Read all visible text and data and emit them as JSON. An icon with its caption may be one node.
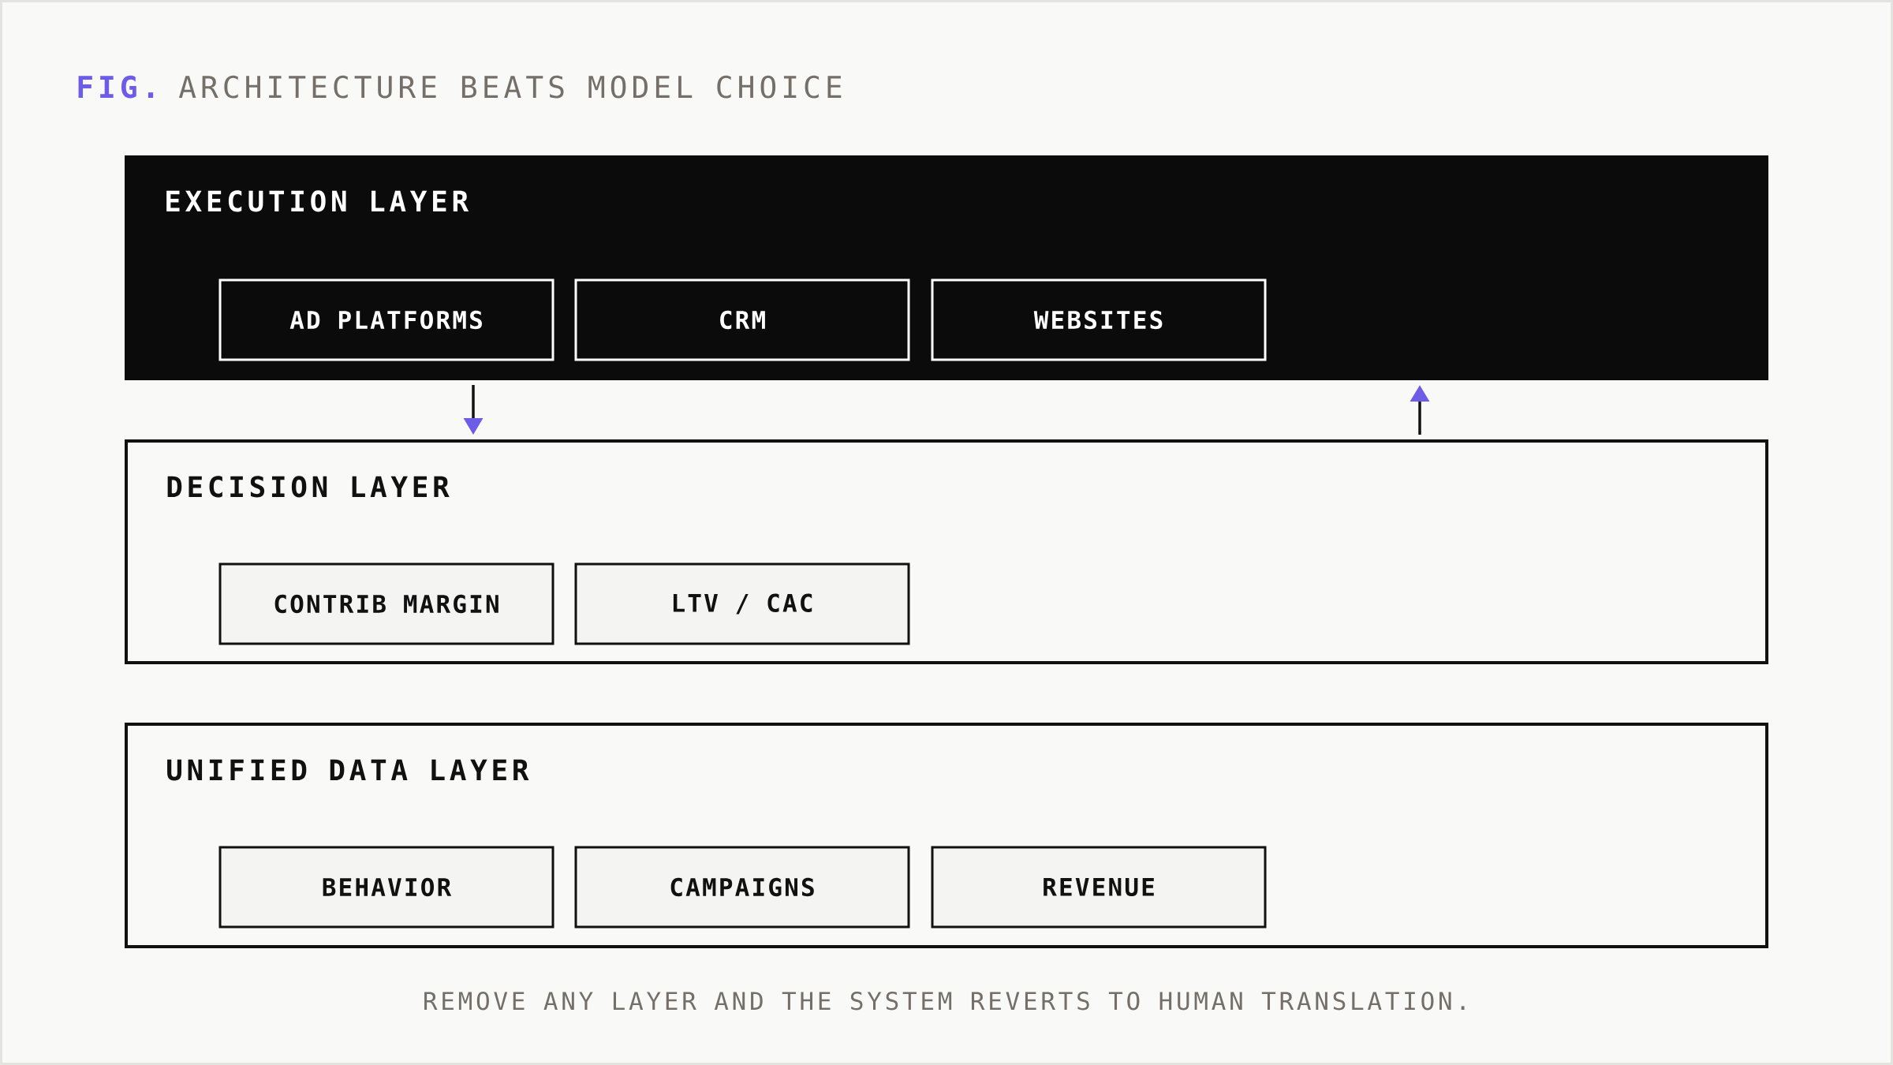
{
  "diagram": {
    "title": "ARCHITECTURE BEATS MODEL CHOICE",
    "caption": "REMOVE ANY LAYER AND THE SYSTEM REVERTS TO HUMAN TRANSLATION.",
    "nodes": [
      {
        "text": [
          "EXECUTION LAYER"
        ]
      },
      {
        "text": [
          "AD PLATFORMS"
        ],
        "in": 0
      },
      {
        "text": [
          "CRM"
        ],
        "in": 0
      },
      {
        "text": [
          "WEBSITES"
        ],
        "in": 0
      },
      {
        "text": [
          "DECISION LAYER"
        ]
      },
      {
        "text": [
          "CONTRIB MARGIN"
        ],
        "in": 4
      },
      {
        "text": [
          "LTV / CAC"
        ],
        "in": 4
      },
      {
        "text": [
          "UNIFIED DATA LAYER"
        ]
      },
      {
        "text": [
          "BEHAVIOR"
        ],
        "in": 7
      },
      {
        "text": [
          "CAMPAIGNS"
        ],
        "in": 7
      },
      {
        "text": [
          "REVENUE"
        ],
        "in": 7
      }
    ],
    "edges": [
      {
        "from": 0,
        "to": 4,
        "arrow": "to"
      },
      {
        "from": 4,
        "to": 0,
        "arrow": "to"
      }
    ],
    "labels": [
      "FIG."
    ]
  }
}
